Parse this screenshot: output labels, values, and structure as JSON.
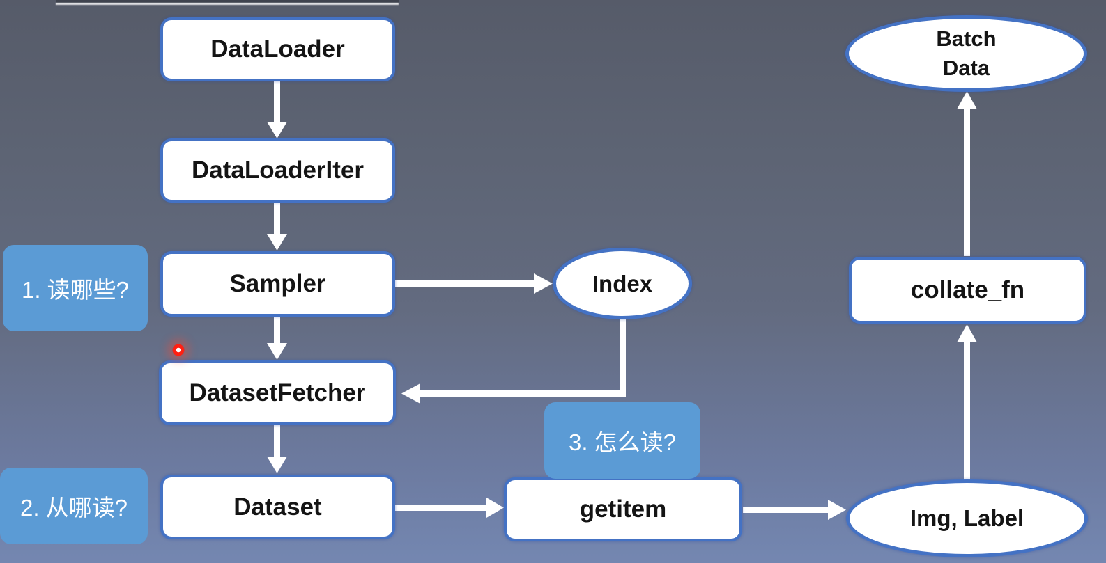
{
  "diagram": {
    "title_context": "PyTorch DataLoader data-reading flowchart",
    "nodes": {
      "dataloader": "DataLoader",
      "dataloaderiter": "DataLoaderIter",
      "sampler": "Sampler",
      "datasetfetcher": "DatasetFetcher",
      "dataset": "Dataset",
      "getitem": "getitem",
      "collate_fn": "collate_fn",
      "index": "Index",
      "img_label": "Img, Label",
      "batch_data_line1": "Batch",
      "batch_data_line2": "Data"
    },
    "annotations": {
      "q1": "1. 读哪些?",
      "q2": "2. 从哪读?",
      "q3": "3. 怎么读?"
    },
    "edges": [
      "DataLoader -> DataLoaderIter",
      "DataLoaderIter -> Sampler",
      "Sampler -> Index",
      "Sampler -> DatasetFetcher",
      "Index -> DatasetFetcher",
      "DatasetFetcher -> Dataset",
      "Dataset -> getitem",
      "getitem -> Img, Label",
      "Img, Label -> collate_fn",
      "collate_fn -> Batch Data"
    ],
    "colors": {
      "node_border": "#4472c4",
      "node_fill": "#ffffff",
      "node_text": "#141414",
      "callout_fill": "#5b9bd5",
      "callout_text": "#ffffff",
      "arrow": "#ffffff",
      "laser_dot": "#ff2012",
      "background_top": "#565b69",
      "background_bottom": "#7487b1"
    }
  }
}
